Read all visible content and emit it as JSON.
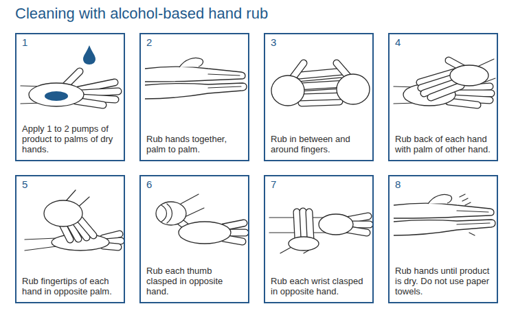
{
  "diagram": {
    "title": "Cleaning with alcohol-based hand rub",
    "nodes": [
      {
        "text": [
          "1",
          "Apply 1 to 2 pumps of product to palms of dry hands."
        ]
      },
      {
        "text": [
          "2",
          "Rub hands together, palm to palm."
        ]
      },
      {
        "text": [
          "3",
          "Rub in between and around fingers."
        ]
      },
      {
        "text": [
          "4",
          "Rub back of each hand with palm of other hand."
        ]
      },
      {
        "text": [
          "5",
          "Rub fingertips of each hand in opposite palm."
        ]
      },
      {
        "text": [
          "6",
          "Rub each thumb clasped in opposite hand."
        ]
      },
      {
        "text": [
          "7",
          "Rub each wrist clasped in opposite hand."
        ]
      },
      {
        "text": [
          "8",
          "Rub hands until product is dry. Do not use paper towels."
        ]
      }
    ]
  }
}
